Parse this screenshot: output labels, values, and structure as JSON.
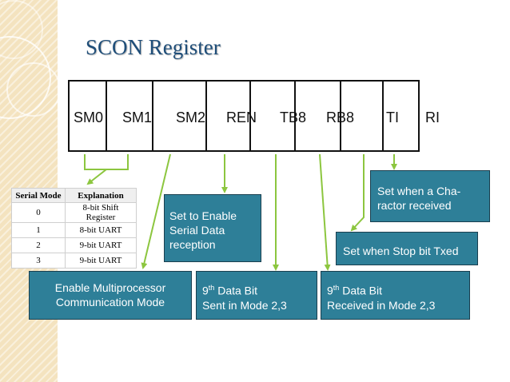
{
  "slide": {
    "title": "SCON Register"
  },
  "register": {
    "bits": [
      "SM0",
      "SM1",
      "SM2",
      "REN",
      "TB8",
      "RB8",
      "TI",
      "RI"
    ]
  },
  "mode_table": {
    "headers": [
      "Serial Mode",
      "Explanation"
    ],
    "rows": [
      [
        "0",
        "8-bit Shift Register"
      ],
      [
        "1",
        "8-bit UART"
      ],
      [
        "2",
        "9-bit UART"
      ],
      [
        "3",
        "9-bit UART"
      ]
    ]
  },
  "callouts": {
    "ri": [
      "Set when a Cha-",
      "ractor received"
    ],
    "ren": [
      "Set to Enable",
      "Serial Data",
      "reception"
    ],
    "ti": "Set when Stop bit Txed",
    "sm2": [
      "Enable Multiprocessor",
      "Communication Mode"
    ],
    "tb8": {
      "ordinal": "9",
      "suffix": "th",
      "line1_rest": " Data Bit",
      "line2": "Sent in Mode 2,3"
    },
    "rb8": {
      "ordinal": "9",
      "suffix": "th",
      "line1_rest": " Data Bit",
      "line2": "Received in Mode 2,3"
    }
  },
  "colors": {
    "callout_fill": "#2e7f98",
    "arrow": "#8cc63f",
    "title": "#1f4e79",
    "sidebar": "#f4e3bf"
  }
}
